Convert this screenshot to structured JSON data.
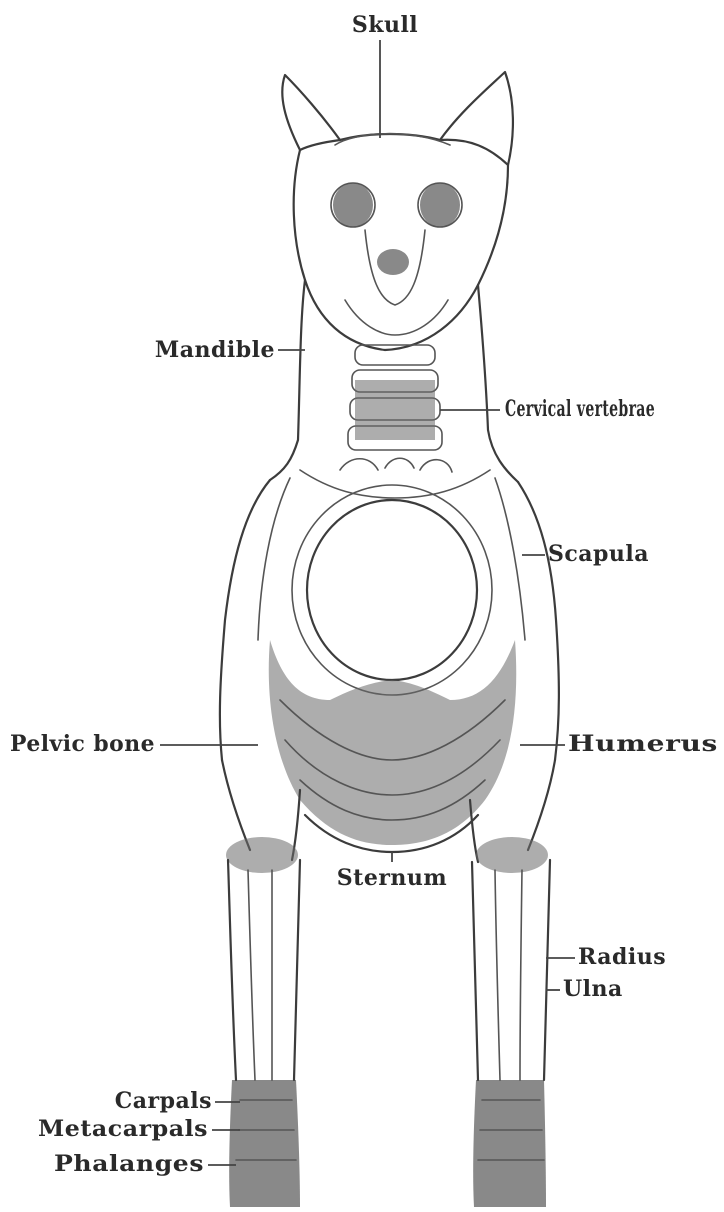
{
  "diagram": {
    "subject": "dog-skeleton-front-view",
    "labels": {
      "skull": "Skull",
      "mandible": "Mandible",
      "cervical_vertebrae": "Cervical vertebrae",
      "scapula": "Scapula",
      "pelvic_bone": "Pelvic bone",
      "humerus": "Humerus",
      "sternum": "Sternum",
      "radius": "Radius",
      "ulna": "Ulna",
      "carpals": "Carpals",
      "metacarpals": "Metacarpals",
      "phalanges": "Phalanges"
    }
  }
}
